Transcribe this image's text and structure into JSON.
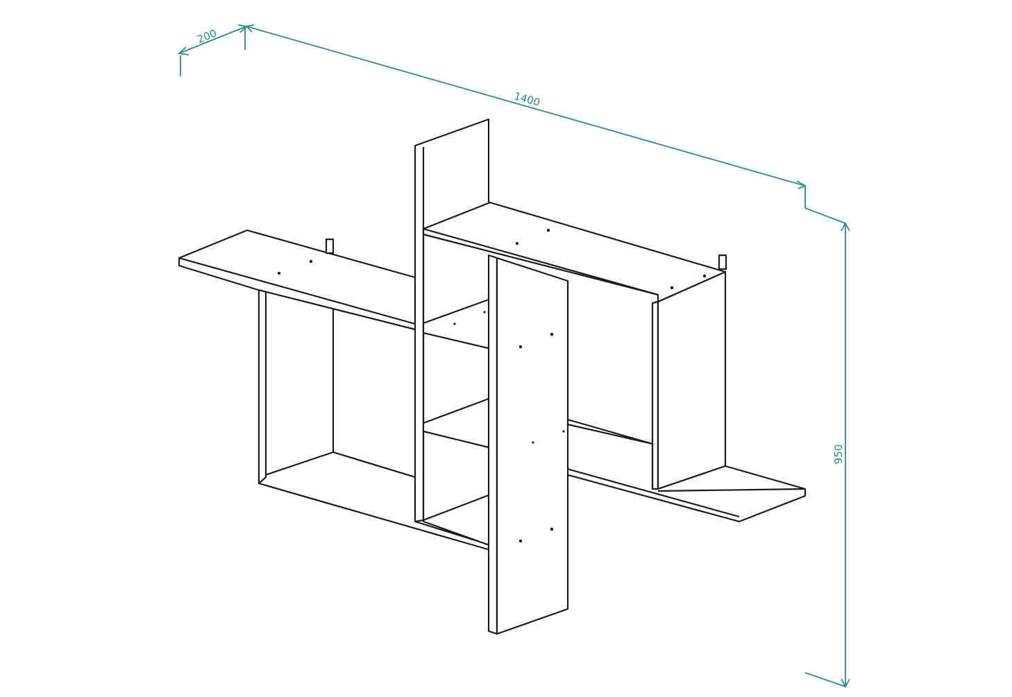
{
  "drawing": {
    "dimensions": {
      "depth": "200",
      "width": "1400",
      "height": "950"
    },
    "colors": {
      "dimension_line": "#2e8a86",
      "outline": "#1a1a1a",
      "background": "#ffffff"
    }
  }
}
